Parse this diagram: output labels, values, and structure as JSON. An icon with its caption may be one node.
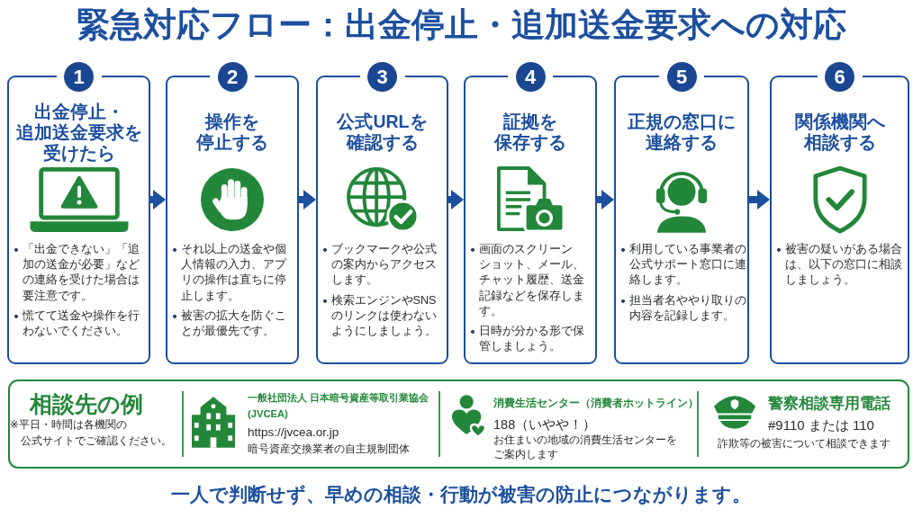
{
  "diagram": {
    "title": "緊急対応フロー：出金停止・追加送金要求への対応",
    "nodes": [
      {
        "text": [
          "1",
          "出金停止・追加送金要求を受けたら",
          "「出金できない」「追加の送金が必要」などの連絡を受けた場合は要注意です。",
          "慌てて送金や操作を行わないでください。"
        ]
      },
      {
        "text": [
          "2",
          "操作を停止する",
          "それ以上の送金や個人情報の入力、アプリの操作は直ちに停止します。",
          "被害の拡大を防ぐことが最優先です。"
        ]
      },
      {
        "text": [
          "3",
          "公式URLを確認する",
          "ブックマークや公式の案内からアクセスします。",
          "検索エンジンやSNSのリンクは使わないようにしましょう。"
        ]
      },
      {
        "text": [
          "4",
          "証拠を保存する",
          "画面のスクリーンショット、メール、チャット履歴、送金記録などを保存します。",
          "日時が分かる形で保管しましょう。"
        ]
      },
      {
        "text": [
          "5",
          "正規の窓口に連絡する",
          "利用している事業者の公式サポート窓口に連絡します。",
          "担当者名ややり取りの内容を記録します。"
        ]
      },
      {
        "text": [
          "6",
          "関係機関へ相談する",
          "被害の疑いがある場合は、以下の窓口に相談しましょう。"
        ]
      },
      {
        "text": [
          "相談先の例",
          "※平日・時間は各機関の公式サイトでご確認ください。"
        ]
      },
      {
        "text": [
          "一般社団法人 日本暗号資産等取引業協会 (JVCEA)",
          "https://jvcea.or.jp",
          "暗号資産交換業者の自主規制団体"
        ],
        "in": 6
      },
      {
        "text": [
          "消費生活センター（消費者ホットライン）",
          "188（いやや！）",
          "お住まいの地域の消費生活センターをご案内します"
        ],
        "in": 6
      },
      {
        "text": [
          "警察相談専用電話",
          "#9110 または 110",
          "詐欺等の被害について相談できます"
        ],
        "in": 6
      }
    ],
    "edges": [
      {
        "from": 0,
        "to": 1,
        "arrow": "to"
      },
      {
        "from": 1,
        "to": 2,
        "arrow": "to"
      },
      {
        "from": 2,
        "to": 3,
        "arrow": "to"
      },
      {
        "from": 3,
        "to": 4,
        "arrow": "to"
      },
      {
        "from": 4,
        "to": 5,
        "arrow": "to"
      }
    ],
    "caption": "一人で判断せず、早めの相談・行動が被害の防止につながります。"
  }
}
